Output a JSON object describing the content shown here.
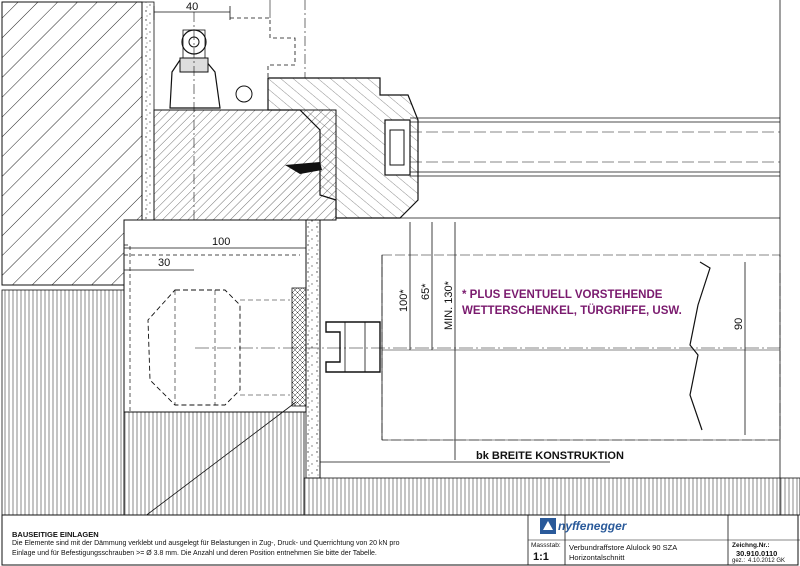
{
  "dimensions": {
    "d40": "40",
    "d100_h": "100",
    "d30": "30",
    "d100_v": "100*",
    "d65": "65*",
    "min130": "MIN. 130*",
    "d90": "90"
  },
  "annotation": {
    "line1": "* PLUS EVENTUELL VORSTEHENDE",
    "line2": "WETTERSCHENKEL, TÜRGRIFFE, USW."
  },
  "bk_label": "bk BREITE KONSTRUKTION",
  "title_block": {
    "bausatz_title": "BAUSEITIGE EINLAGEN",
    "bausatz_text1": "Die Elemente sind mit der Dämmung verklebt und ausgelegt für Belastungen in Zug-, Druck- und Querrichtung von 20 kN pro",
    "bausatz_text2": "Einlage und für Befestigungsschrauben >= Ø 3.8 mm. Die Anzahl und deren Position entnehmen Sie bitte der Tabelle.",
    "brand": "nyffenegger",
    "massstab_label": "Massstab:",
    "massstab_value": "1:1",
    "product": "Verbundraffstore Alulock 90 SZA",
    "view": "Horizontalschnitt",
    "zeichnr_label": "Zeichng.Nr.:",
    "zeichnr_value": "30.910.0110",
    "gez_label": "gez.:",
    "gez_value": "4.10.2012 GK"
  },
  "colors": {
    "annotation": "#7a1a6e",
    "line": "#111111",
    "brand_blue": "#2a5a9a"
  }
}
